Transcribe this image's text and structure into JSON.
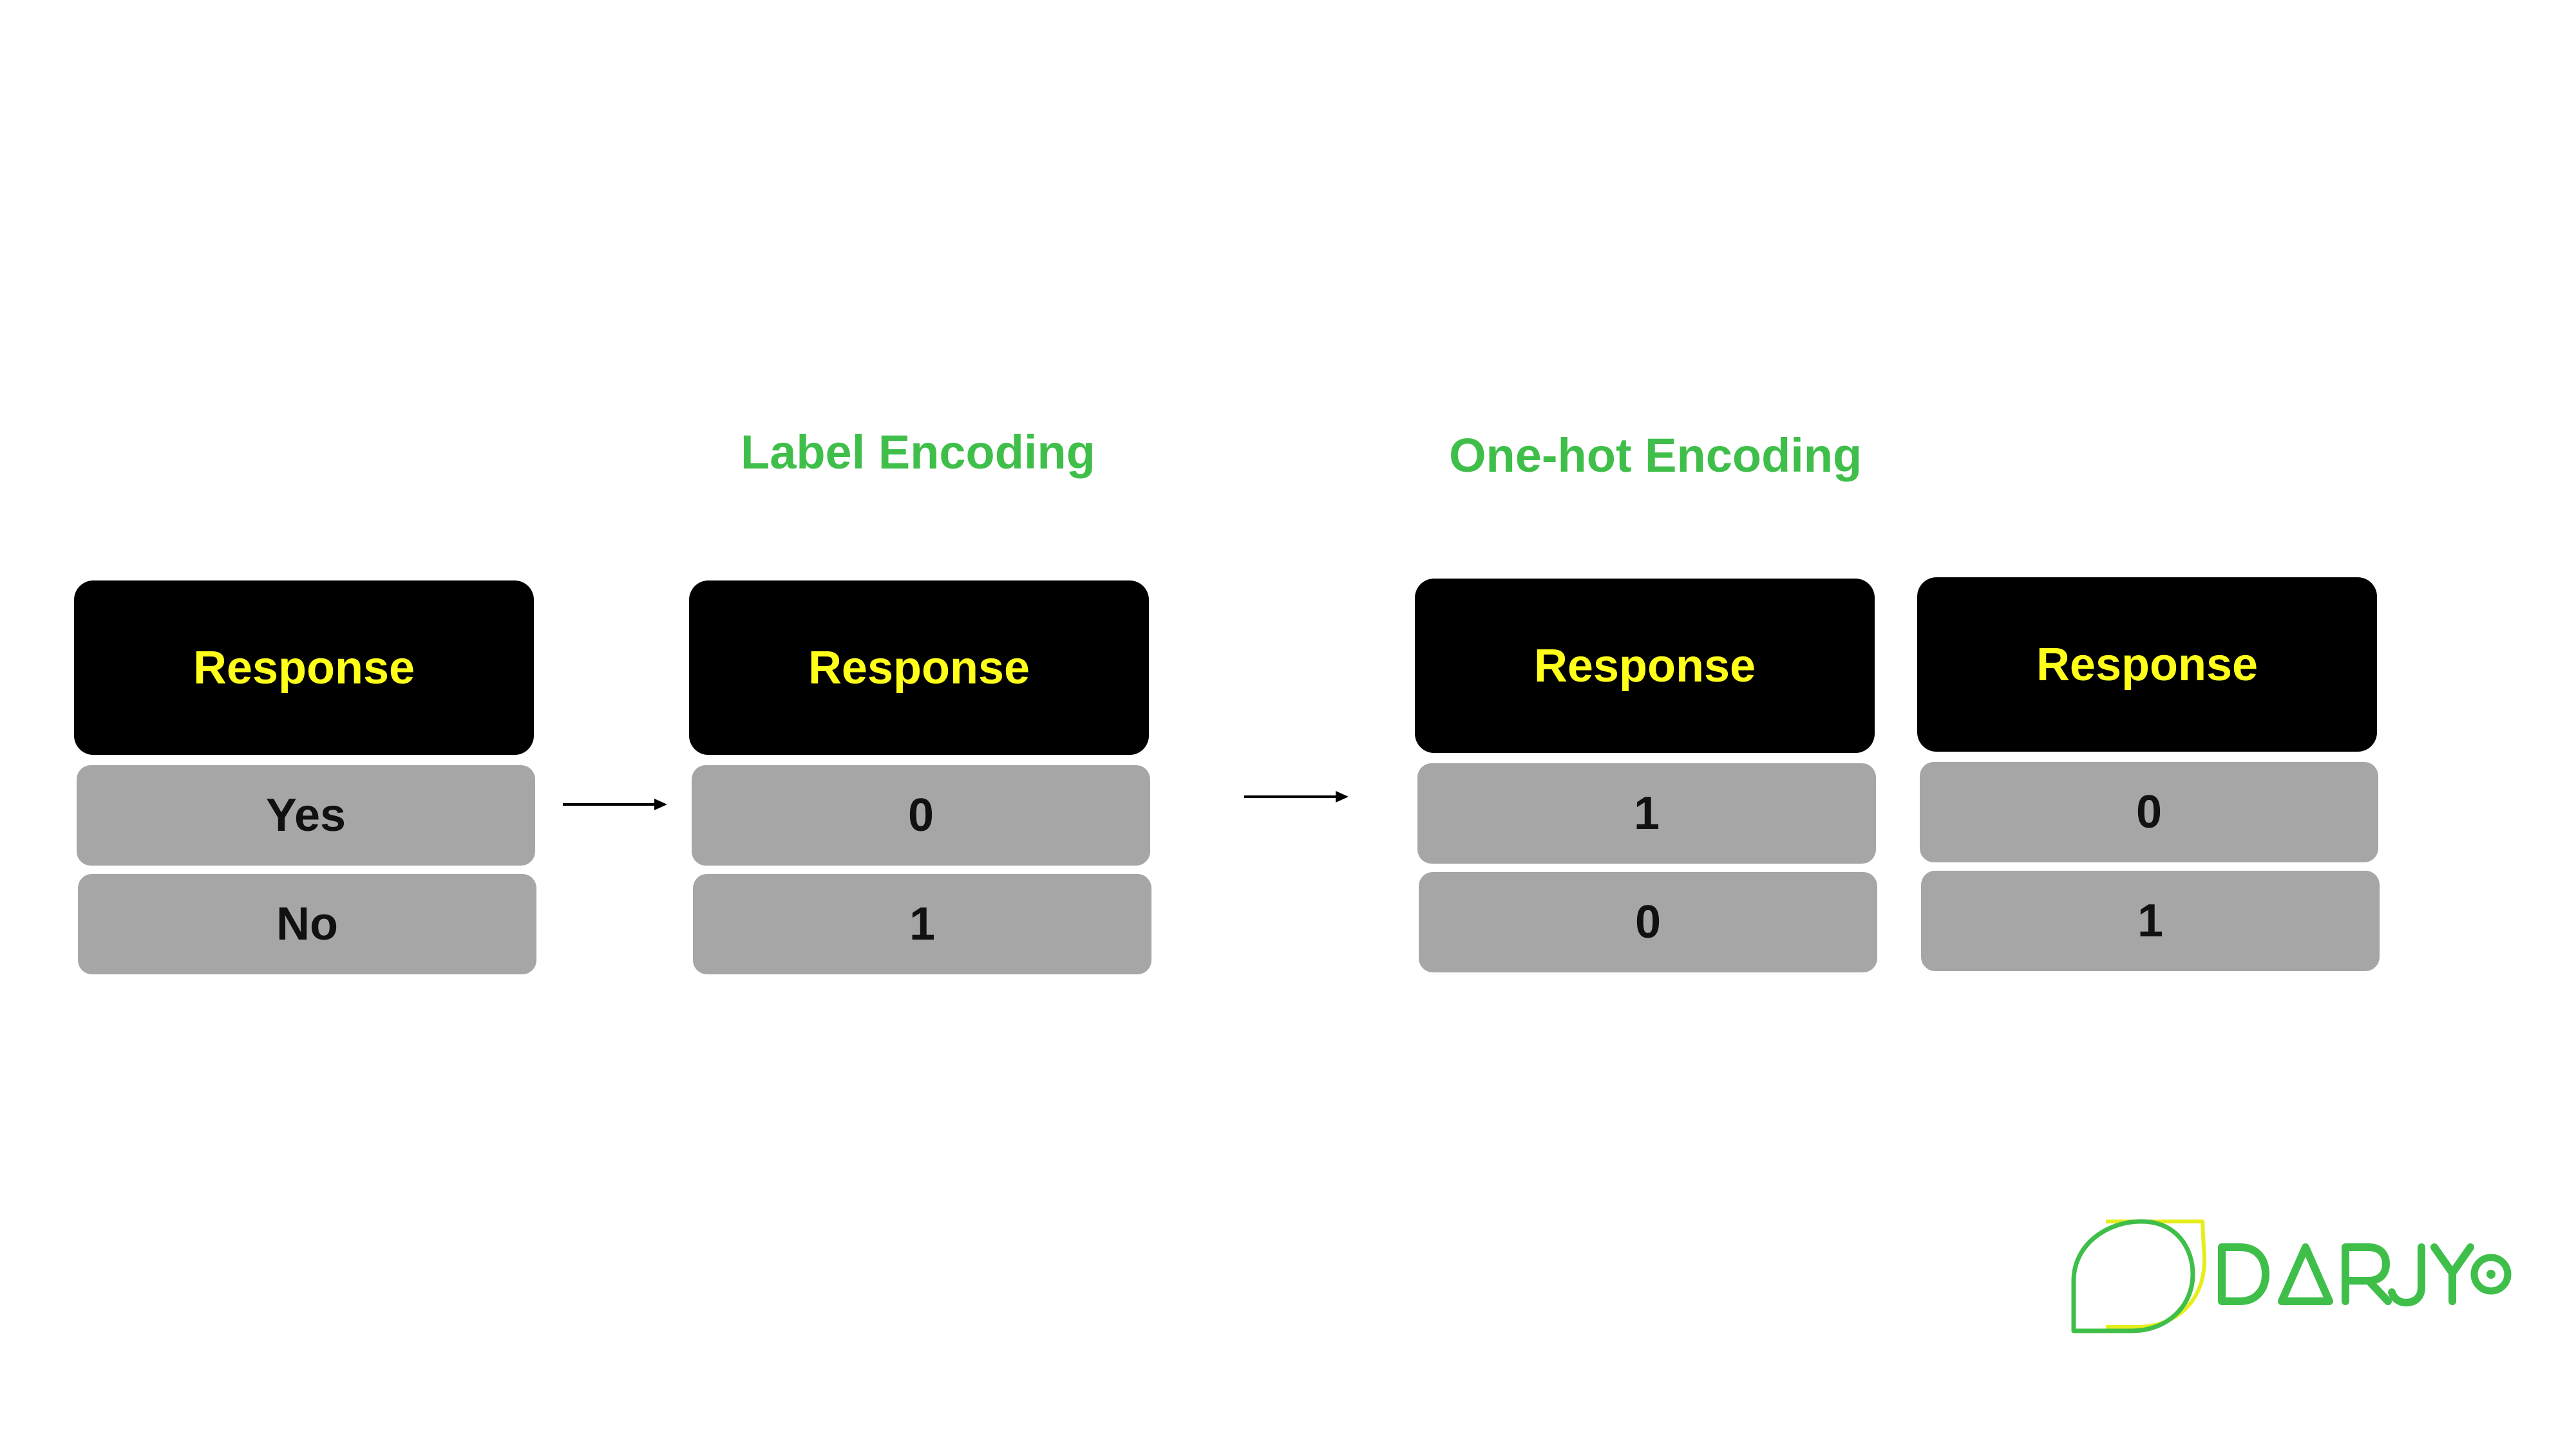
{
  "titles": {
    "label_encoding": "Label Encoding",
    "one_hot_encoding": "One-hot Encoding"
  },
  "tables": {
    "original": {
      "header": "Response",
      "rows": [
        "Yes",
        "No"
      ]
    },
    "label_encoded": {
      "header": "Response",
      "rows": [
        "0",
        "1"
      ]
    },
    "one_hot_col1": {
      "header": "Response",
      "rows": [
        "1",
        "0"
      ]
    },
    "one_hot_col2": {
      "header": "Response",
      "rows": [
        "0",
        "1"
      ]
    }
  },
  "logo": {
    "text": "DARJYO"
  },
  "colors": {
    "title_green": "#3fbf4a",
    "header_bg": "#000000",
    "header_text": "#ffff19",
    "cell_bg": "#a6a6a6",
    "logo_green": "#3fbf4a",
    "logo_yellow": "#e6ee1a"
  },
  "icons": {
    "arrow": "arrow-right-icon",
    "logo_mark": "darjyo-logo-mark"
  }
}
